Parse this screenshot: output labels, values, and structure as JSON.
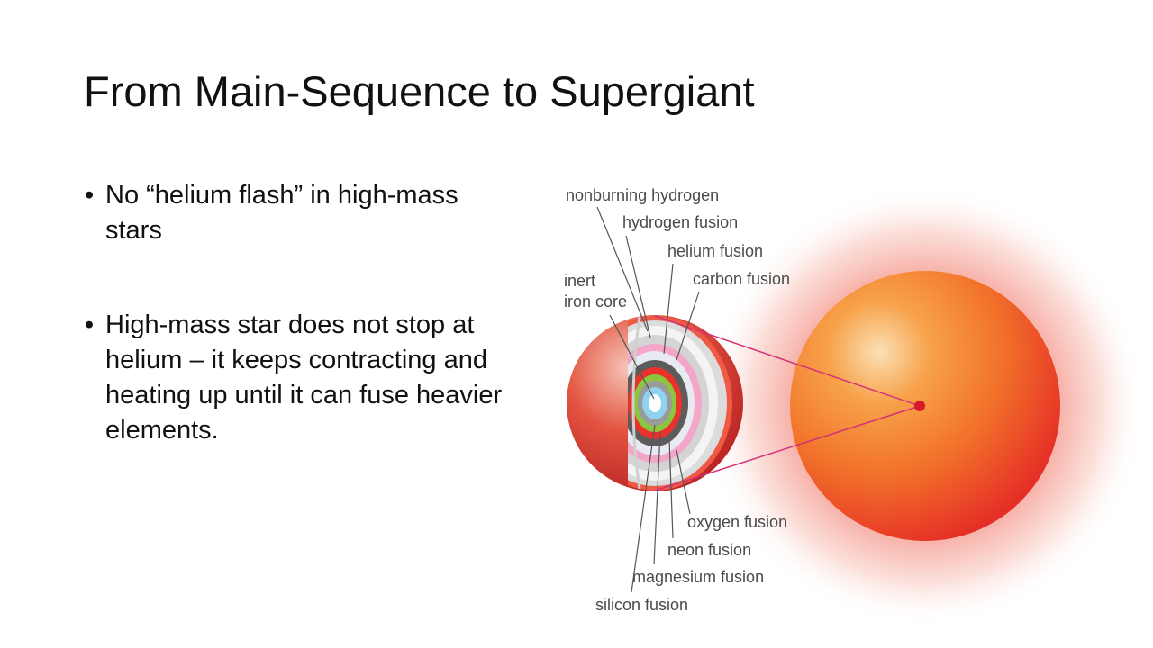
{
  "slide": {
    "title": "From Main-Sequence to Supergiant",
    "bullets": [
      "No “helium flash” in high-mass stars",
      "High-mass star does not stop at helium – it keeps contracting and heating up until it can fuse heavier elements."
    ]
  },
  "diagram": {
    "labels": {
      "nonburning_hydrogen": "nonburning hydrogen",
      "hydrogen_fusion": "hydrogen fusion",
      "helium_fusion": "helium fusion",
      "carbon_fusion": "carbon fusion",
      "inert_line1": "inert",
      "inert_line2": "iron core",
      "oxygen_fusion": "oxygen fusion",
      "neon_fusion": "neon fusion",
      "magnesium_fusion": "magnesium fusion",
      "silicon_fusion": "silicon fusion"
    },
    "colors": {
      "supergiant": "#f25a22",
      "star_red": "#d9312b",
      "nonburning_hydrogen": "#dcdcdc",
      "hydrogen_fusion": "#f4f4f4",
      "helium_fusion": "#f3a6c8",
      "carbon_fusion": "#e7eaf0",
      "oxygen_fusion": "#5c5c5c",
      "neon_fusion": "#e8322b",
      "magnesium_fusion": "#8cc63f",
      "silicon_fusion": "#9a9a9a",
      "iron_core": "#8fd3f0",
      "connector": "#d4317a"
    }
  }
}
